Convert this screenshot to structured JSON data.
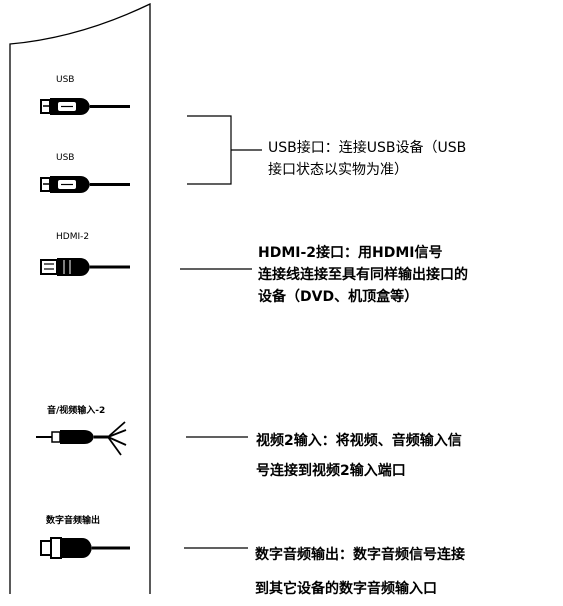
{
  "ports": {
    "usb1": {
      "label": "USB",
      "icon": "usb-plug-icon"
    },
    "usb2": {
      "label": "USB",
      "icon": "usb-plug-icon"
    },
    "hdmi": {
      "label": "HDMI-2",
      "icon": "hdmi-plug-icon"
    },
    "av": {
      "label": "音/视频输入-2",
      "icon": "av-cable-icon"
    },
    "spdif": {
      "label": "数字音频输出",
      "icon": "optical-plug-icon"
    }
  },
  "descriptions": {
    "usb": {
      "line1": "USB接口：连接USB设备（USB",
      "line2": "接口状态以实物为准）"
    },
    "hdmi": {
      "line1": "HDMI-2接口：用HDMI信号",
      "line2": "连接线连接至具有同样输出接口的",
      "line3": "设备（DVD、机顶盒等）"
    },
    "av": {
      "line1": "视频2输入：将视频、音频输入信",
      "line2": "号连接到视频2输入端口"
    },
    "spdif": {
      "line1": "数字音频输出：数字音频信号连接",
      "line2": "到其它设备的数字音频输入口"
    }
  }
}
